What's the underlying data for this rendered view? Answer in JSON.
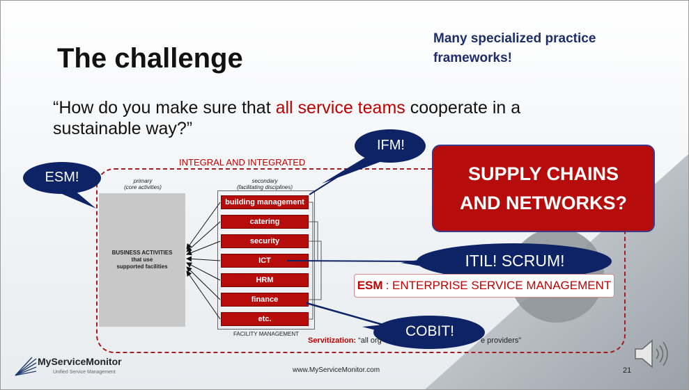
{
  "slide": {
    "title": "The challenge",
    "subtitle_line1": "Many specialized practice",
    "subtitle_line2": "frameworks!",
    "quote_part1": "“How do you make sure that ",
    "quote_highlight": "all service teams",
    "quote_part2": " cooperate in a",
    "quote_line2": "sustainable way?”"
  },
  "diagram": {
    "integral_label": "INTEGRAL AND INTEGRATED",
    "primary_label_1": "primary",
    "primary_label_2": "(core activities)",
    "secondary_label_1": "secondary",
    "secondary_label_2": "(facilitating disciplines)",
    "business_line1": "BUSINESS ACTIVITIES",
    "business_line2": "that use",
    "business_line3": "supported facilities",
    "functions": [
      "building management",
      "catering",
      "security",
      "ICT",
      "HRM",
      "finance",
      "etc."
    ],
    "facility_label": "FACILITY MANAGEMENT",
    "servitization_label": "Servitization:",
    "servitization_text": " “all org",
    "servitization_text2": "e providers”"
  },
  "callouts": {
    "esm": "ESM!",
    "ifm": "IFM!",
    "itil": "ITIL! SCRUM!",
    "cobit": "COBIT!"
  },
  "supply_box": {
    "line1": "SUPPLY CHAINS",
    "line2": "AND NETWORKS?"
  },
  "esm_box": {
    "abbr": "ESM",
    "text": ": ENTERPRISE SERVICE MANAGEMENT"
  },
  "footer": {
    "brand": "MyServiceMonitor",
    "tagline": "Unified Service Management",
    "url": "www.MyServiceMonitor.com",
    "page_number": "21"
  },
  "colors": {
    "accent_red": "#b60c0c",
    "navy": "#0d2366",
    "title_blue": "#1f2d6b"
  }
}
